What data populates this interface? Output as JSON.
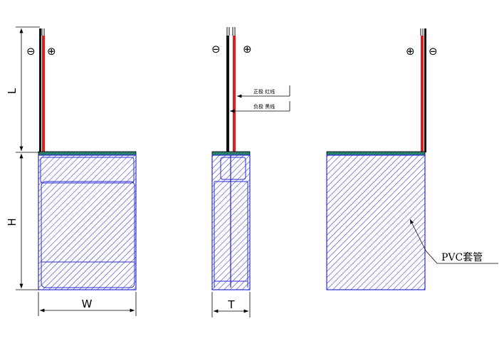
{
  "dimensions": {
    "length": "L",
    "height": "H",
    "width": "W",
    "thickness": "T"
  },
  "polarity": {
    "negative": "⊖",
    "positive": "⊕"
  },
  "wire_labels": {
    "positive": "正极 红线",
    "negative": "负极 黑线"
  },
  "callout": {
    "sleeve": "PVC套管"
  },
  "colors": {
    "hatch": "#2b2bd0",
    "red_wire": "#e21b1b",
    "black_wire": "#111111",
    "pcb_strip": "#2e8a6a"
  }
}
